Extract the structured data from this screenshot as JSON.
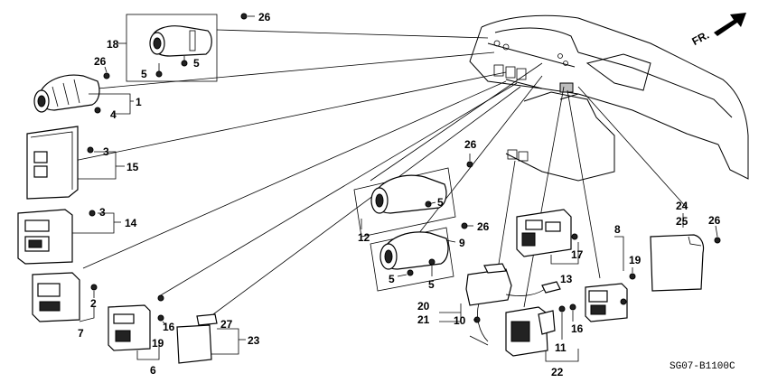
{
  "diagram_code": "SG07-B1100C",
  "direction_label": "FR.",
  "callouts": {
    "n1": "1",
    "n2": "2",
    "n3a": "3",
    "n3b": "3",
    "n4": "4",
    "n5a": "5",
    "n5b": "5",
    "n5c": "5",
    "n5d": "5",
    "n5e": "5",
    "n6": "6",
    "n7": "7",
    "n8": "8",
    "n9": "9",
    "n10": "10",
    "n11": "11",
    "n12": "12",
    "n13": "13",
    "n14": "14",
    "n15": "15",
    "n16a": "16",
    "n16b": "16",
    "n17": "17",
    "n18": "18",
    "n19a": "19",
    "n19b": "19",
    "n20": "20",
    "n21": "21",
    "n22": "22",
    "n23": "23",
    "n24": "24",
    "n25": "25",
    "n26a": "26",
    "n26b": "26",
    "n26c": "26",
    "n26d": "26",
    "n26e": "26",
    "n27": "27"
  }
}
